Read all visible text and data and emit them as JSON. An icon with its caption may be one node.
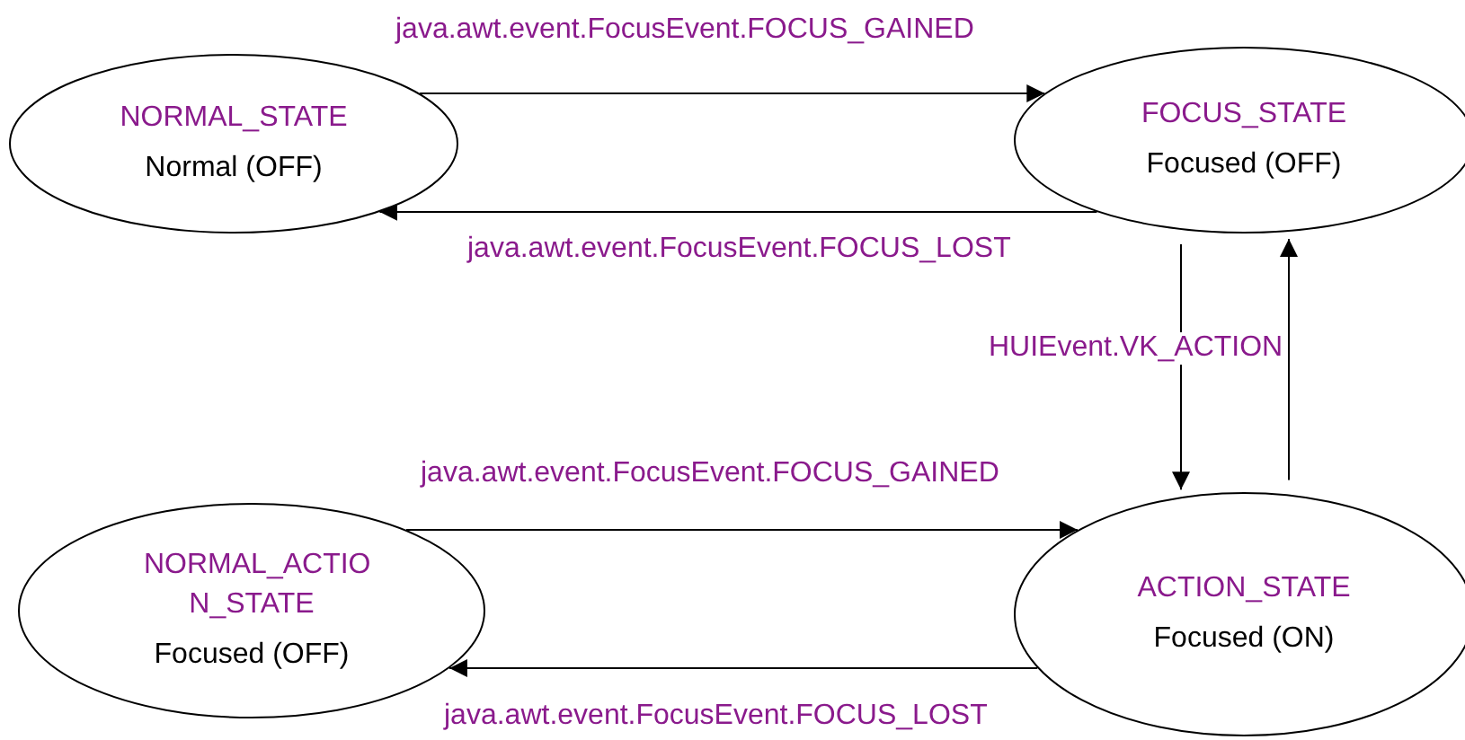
{
  "diagram": {
    "nodes": [
      {
        "text": [
          "NORMAL_STATE",
          "Normal (OFF)"
        ]
      },
      {
        "text": [
          "FOCUS_STATE",
          "Focused (OFF)"
        ]
      },
      {
        "text": [
          "NORMAL_ACTIO N_STATE",
          "Focused (OFF)"
        ]
      },
      {
        "text": [
          "ACTION_STATE",
          "Focused (ON)"
        ]
      }
    ],
    "edges": [
      {
        "from": 0,
        "to": 1,
        "arrow": "to",
        "label": "java.awt.event.FocusEvent.FOCUS_GAINED"
      },
      {
        "from": 1,
        "to": 0,
        "arrow": "to",
        "label": "java.awt.event.FocusEvent.FOCUS_LOST"
      },
      {
        "from": 1,
        "to": 3,
        "arrow": "to",
        "label": "HUIEvent.VK_ACTION"
      },
      {
        "from": 3,
        "to": 1,
        "arrow": "to"
      },
      {
        "from": 2,
        "to": 3,
        "arrow": "to",
        "label": "java.awt.event.FocusEvent.FOCUS_GAINED"
      },
      {
        "from": 3,
        "to": 2,
        "arrow": "to",
        "label": "java.awt.event.FocusEvent.FOCUS_LOST"
      }
    ]
  }
}
